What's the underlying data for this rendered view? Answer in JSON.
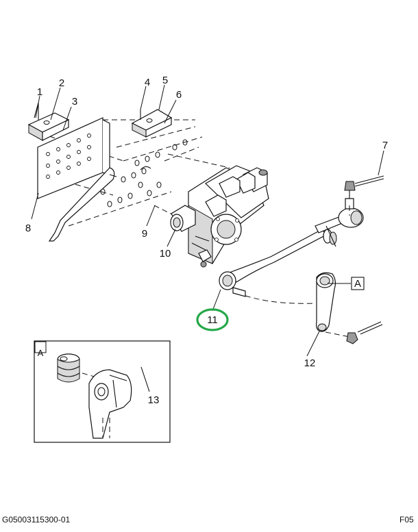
{
  "callouts": [
    "1",
    "2",
    "3",
    "4",
    "5",
    "6",
    "7",
    "8",
    "9",
    "10",
    "11",
    "12",
    "13"
  ],
  "detail_ref": "A",
  "highlighted_callout": "11",
  "highlight_color": "#27a84a",
  "footer": {
    "drawing_id": "G05003115300-01",
    "page_code": "F05"
  }
}
